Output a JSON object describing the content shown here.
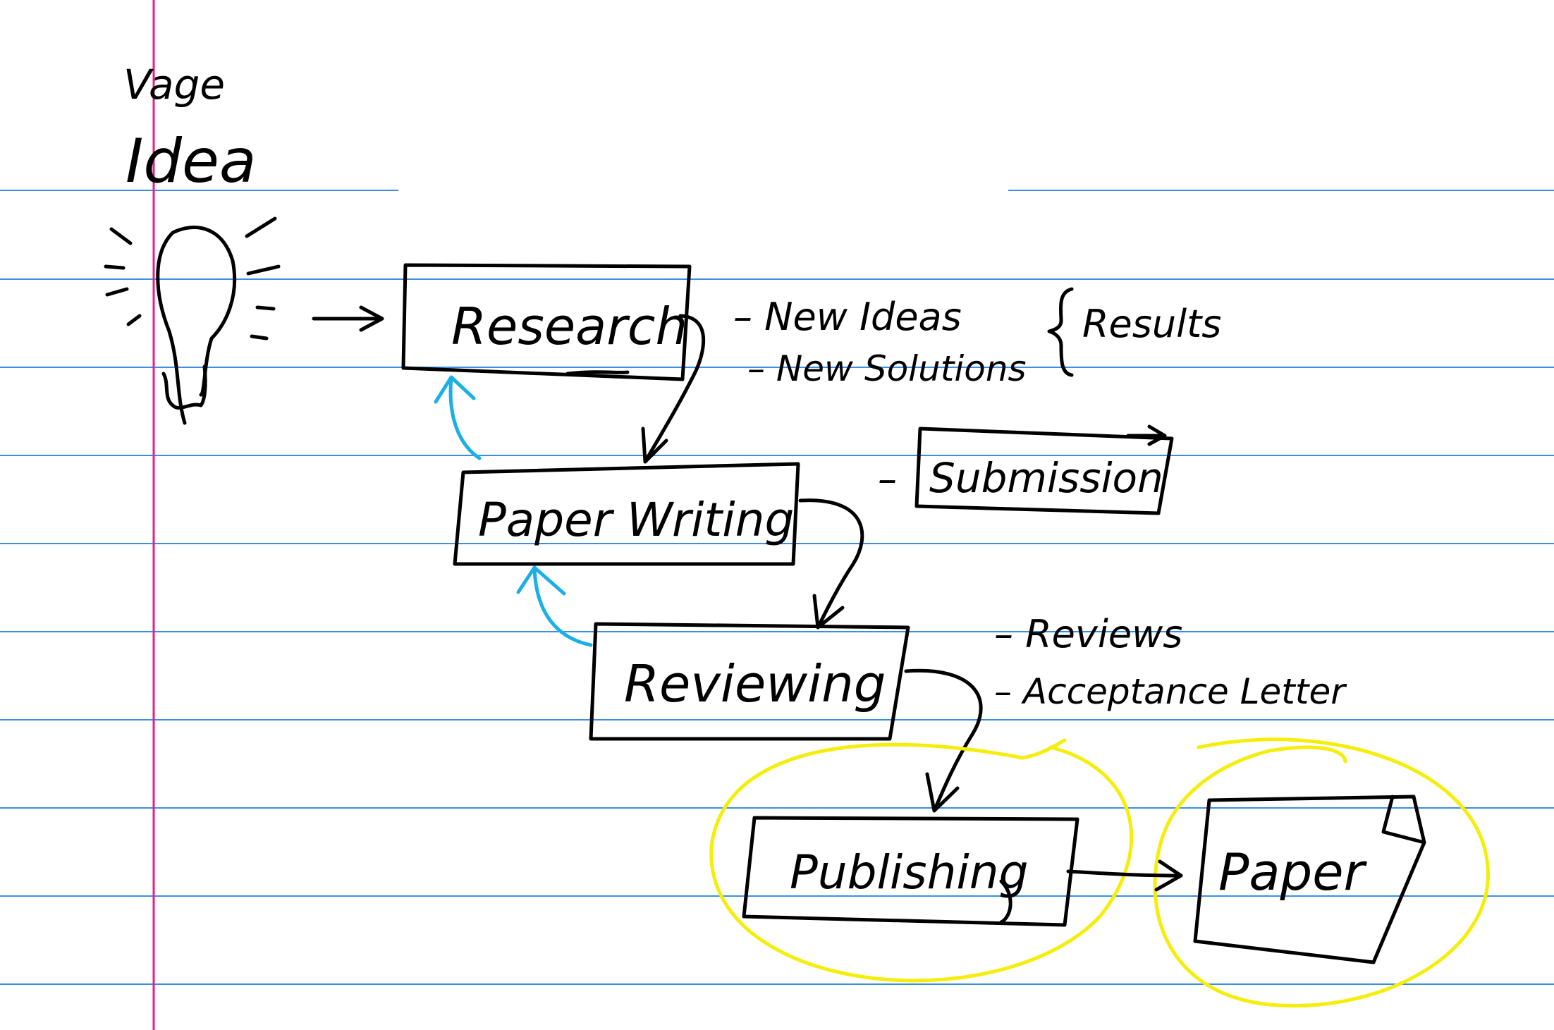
{
  "colors": {
    "ruled_line": "#3a8ee6",
    "margin_line": "#e0218a",
    "ink": "#000000",
    "feedback_arrow": "#1ab0e6",
    "highlight": "#f5ee0c"
  },
  "idea": {
    "label_small": "Vage",
    "label_large": "Idea",
    "icon": "lightbulb-icon"
  },
  "steps": {
    "research": "Research",
    "paper_writing": "Paper Writing",
    "reviewing": "Reviewing",
    "publishing": "Publishing",
    "paper": "Paper"
  },
  "notes": {
    "new_ideas": "– New Ideas",
    "new_solutions": "– New Solutions",
    "results": "Results",
    "submission_dash": "–",
    "submission": "Submission",
    "reviews": "– Reviews",
    "acceptance_letter": "– Acceptance Letter"
  }
}
